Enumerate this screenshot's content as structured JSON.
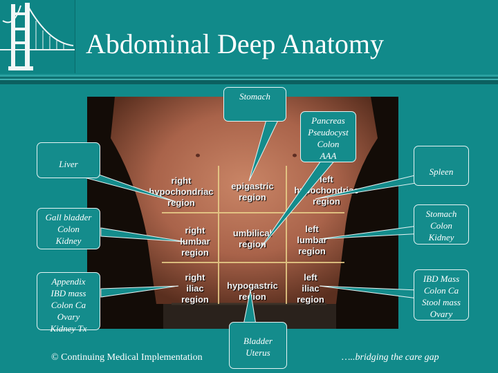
{
  "slide": {
    "title": "Abdominal Deep Anatomy",
    "logo_icon": "golden-gate-bridge-icon",
    "footer_left": "© Continuing Medical Implementation",
    "footer_right": "…..bridging the care gap"
  },
  "regions": {
    "right_hypochondriac": "right\nhypochondriac\nregion",
    "epigastric": "epigastric\nregion",
    "left_hypochondriac": "left\nhypochondriac\nregion",
    "right_lumbar": "right\nlumbar\nregion",
    "umbilical": "umbilical\nregion",
    "left_lumbar": "left\nlumbar\nregion",
    "right_iliac": "right\niliac\nregion",
    "hypogastric": "hypogastric\nregion",
    "left_iliac": "left\niliac\nregion"
  },
  "callouts": {
    "stomach_top": "Stomach",
    "pancreas": "Pancreas\nPseudocyst\nColon\nAAA",
    "liver": "Liver",
    "spleen": "Spleen",
    "gall_bladder": "Gall bladder\nColon\nKidney",
    "stomach_right": "Stomach\nColon\nKidney",
    "appendix": "Appendix\nIBD mass\nColon Ca\nOvary\nKidney Tx",
    "ibd_mass": "IBD Mass\nColon Ca\nStool mass\nOvary",
    "bladder": "Bladder\nUterus"
  },
  "colors": {
    "background": "#118a8a",
    "callout_border": "#e6f4f4",
    "text": "#ffffff"
  }
}
